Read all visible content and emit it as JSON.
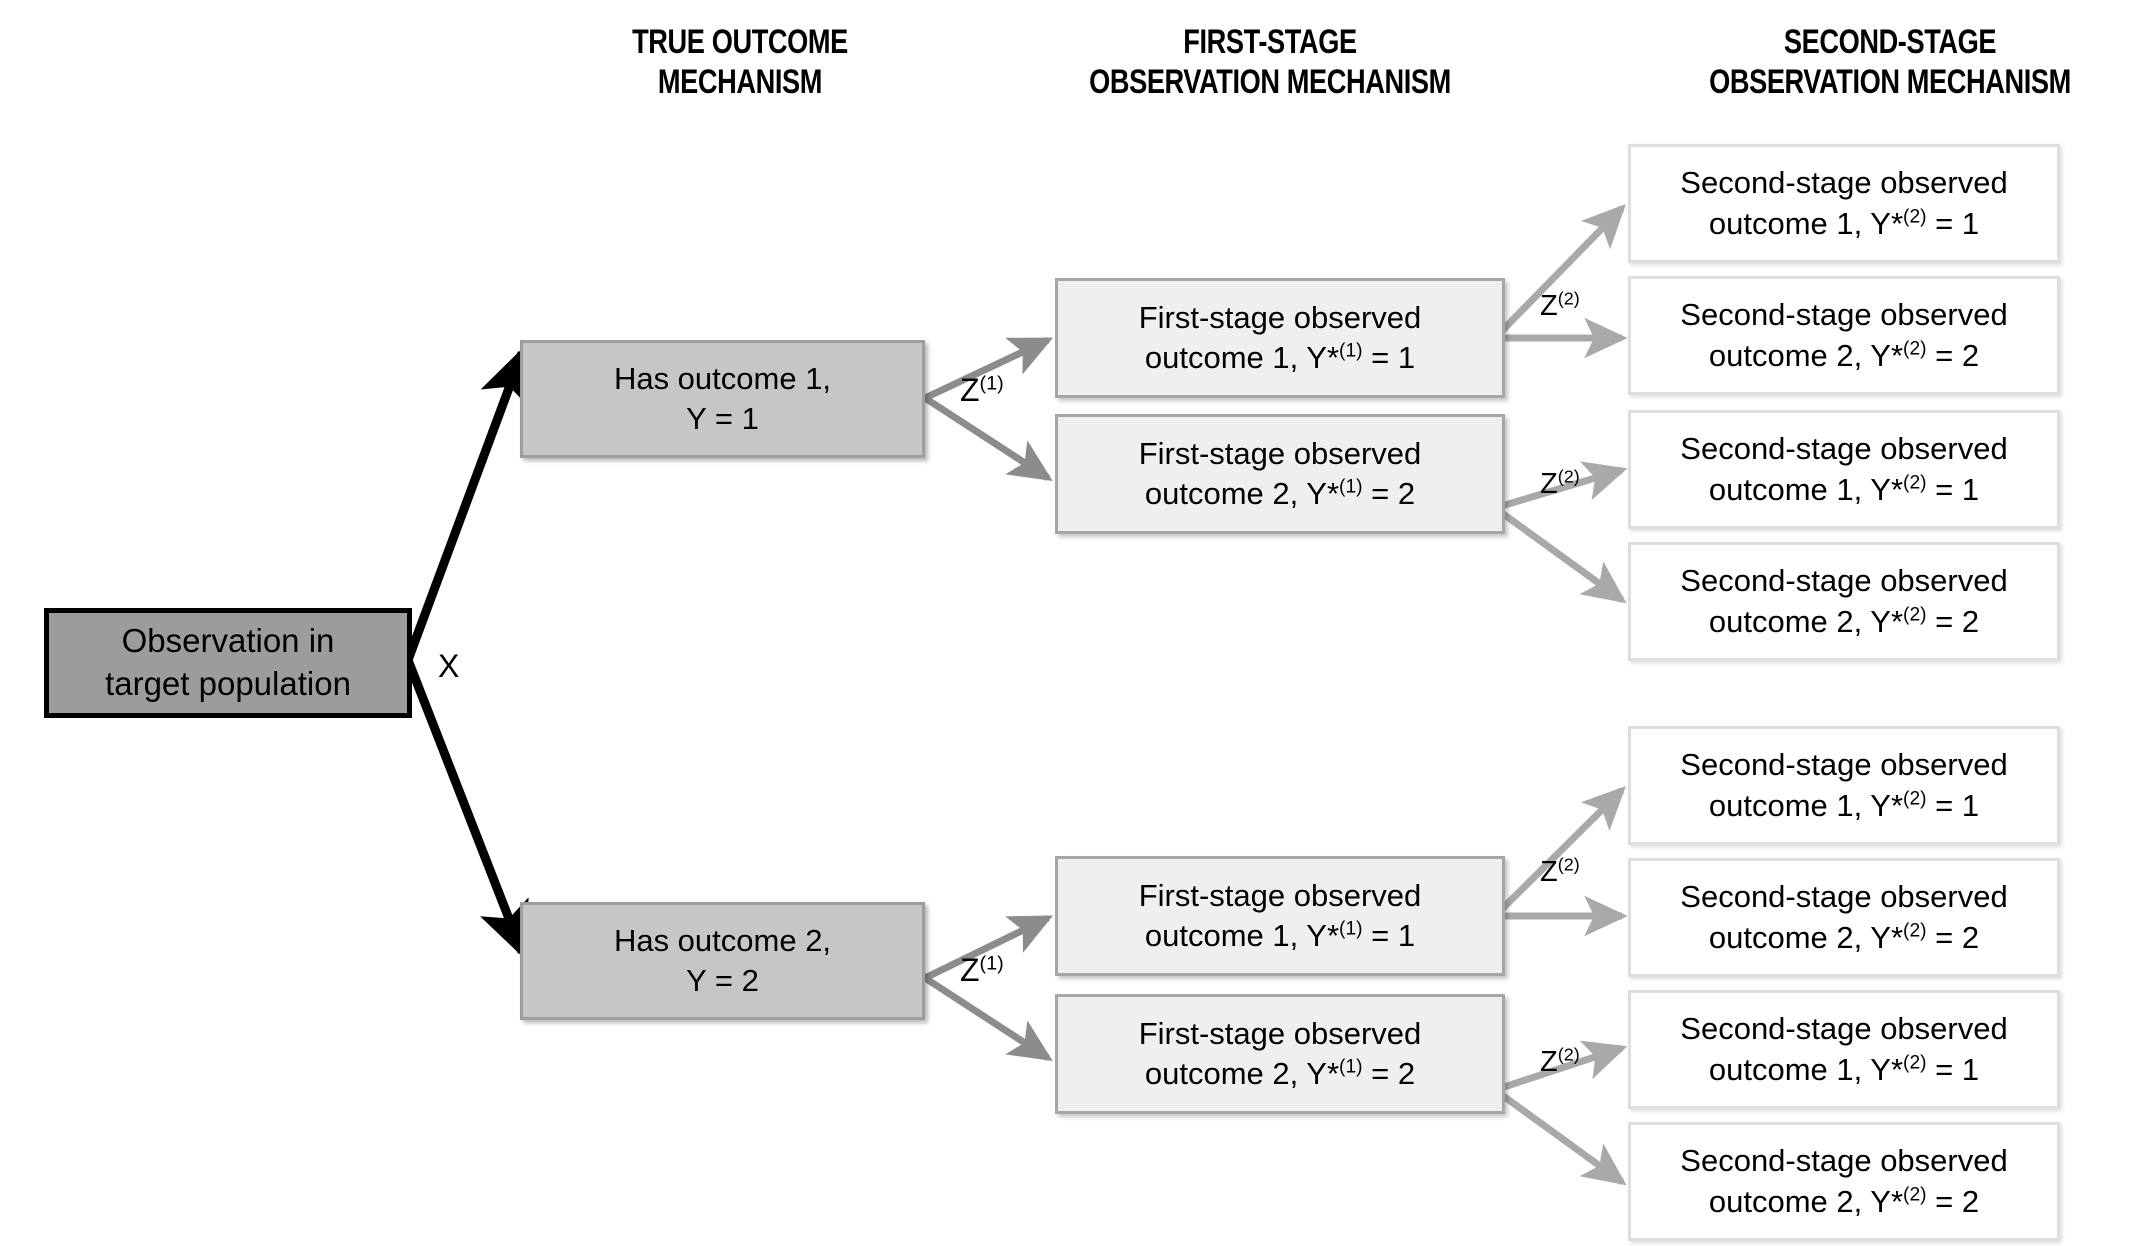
{
  "headers": [
    {
      "id": "true-outcome",
      "label": "TRUE OUTCOME\nMECHANISM"
    },
    {
      "id": "first-stage",
      "label": "FIRST-STAGE\nOBSERVATION MECHANISM"
    },
    {
      "id": "second-stage",
      "label": "SECOND-STAGE\nOBSERVATION MECHANISM"
    }
  ],
  "root": {
    "line1": "Observation in",
    "line2": "target population"
  },
  "true_outcomes": [
    {
      "line1": "Has outcome 1,",
      "line2": "Y = 1"
    },
    {
      "line1": "Has outcome 2,",
      "line2": "Y = 2"
    }
  ],
  "first_stage": [
    {
      "line1": "First-stage observed",
      "line2_pre": "outcome 1, Y*",
      "sup": "(1)",
      "line2_post": " = 1"
    },
    {
      "line1": "First-stage observed",
      "line2_pre": "outcome 2, Y*",
      "sup": "(1)",
      "line2_post": " = 2"
    },
    {
      "line1": "First-stage observed",
      "line2_pre": "outcome 1, Y*",
      "sup": "(1)",
      "line2_post": " = 1"
    },
    {
      "line1": "First-stage observed",
      "line2_pre": "outcome 2, Y*",
      "sup": "(1)",
      "line2_post": " = 2"
    }
  ],
  "second_stage": [
    {
      "line1": "Second-stage observed",
      "line2_pre": "outcome 1, Y*",
      "sup": "(2)",
      "line2_post": " = 1"
    },
    {
      "line1": "Second-stage observed",
      "line2_pre": "outcome 2, Y*",
      "sup": "(2)",
      "line2_post": " = 2"
    },
    {
      "line1": "Second-stage observed",
      "line2_pre": "outcome 1, Y*",
      "sup": "(2)",
      "line2_post": " = 1"
    },
    {
      "line1": "Second-stage observed",
      "line2_pre": "outcome 2, Y*",
      "sup": "(2)",
      "line2_post": " = 2"
    },
    {
      "line1": "Second-stage observed",
      "line2_pre": "outcome 1, Y*",
      "sup": "(2)",
      "line2_post": " = 1"
    },
    {
      "line1": "Second-stage observed",
      "line2_pre": "outcome 2, Y*",
      "sup": "(2)",
      "line2_post": " = 2"
    },
    {
      "line1": "Second-stage observed",
      "line2_pre": "outcome 1, Y*",
      "sup": "(2)",
      "line2_post": " = 1"
    },
    {
      "line1": "Second-stage observed",
      "line2_pre": "outcome 2, Y*",
      "sup": "(2)",
      "line2_post": " = 2"
    }
  ],
  "edge_labels": {
    "x": "X",
    "z1": "Z",
    "z1_sup": "(1)",
    "z2": "Z",
    "z2_sup": "(2)"
  },
  "colors": {
    "root_fill": "#9c9c9c",
    "root_border": "#000000",
    "true_outcome_fill": "#c6c6c6",
    "true_outcome_border": "#9d9d9d",
    "first_stage_fill": "#efefef",
    "first_stage_border": "#a6a6a6",
    "second_stage_fill": "#ffffff",
    "second_stage_border": "#dedede",
    "arrow_black": "#000000",
    "arrow_gray": "#8c8c8c",
    "arrow_light_gray": "#a9a9a9",
    "background": "#ffffff",
    "text": "#000000"
  }
}
